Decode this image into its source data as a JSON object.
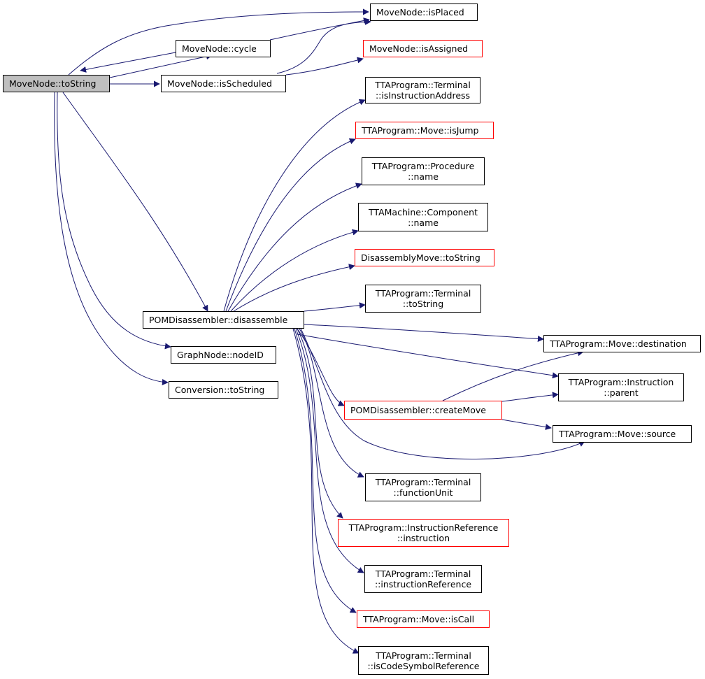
{
  "colors": {
    "edge": "#191970",
    "node_border": "#000000",
    "incomplete_border": "#ff0000",
    "root_fill": "#bfbfbf",
    "node_fill": "#ffffff"
  },
  "nodes": {
    "root": {
      "lines": [
        "MoveNode::toString"
      ]
    },
    "isPlaced": {
      "lines": [
        "MoveNode::isPlaced"
      ]
    },
    "cycle": {
      "lines": [
        "MoveNode::cycle"
      ]
    },
    "isAssigned": {
      "lines": [
        "MoveNode::isAssigned"
      ]
    },
    "isScheduled": {
      "lines": [
        "MoveNode::isScheduled"
      ]
    },
    "termIsInstrAddr": {
      "lines": [
        "TTAProgram::Terminal",
        "::isInstructionAddress"
      ]
    },
    "moveIsJump": {
      "lines": [
        "TTAProgram::Move::isJump"
      ]
    },
    "procName": {
      "lines": [
        "TTAProgram::Procedure",
        "::name"
      ]
    },
    "compName": {
      "lines": [
        "TTAMachine::Component",
        "::name"
      ]
    },
    "disMoveToString": {
      "lines": [
        "DisassemblyMove::toString"
      ]
    },
    "termToString": {
      "lines": [
        "TTAProgram::Terminal",
        "::toString"
      ]
    },
    "pomDisassemble": {
      "lines": [
        "POMDisassembler::disassemble"
      ]
    },
    "moveDest": {
      "lines": [
        "TTAProgram::Move::destination"
      ]
    },
    "nodeID": {
      "lines": [
        "GraphNode::nodeID"
      ]
    },
    "instrParent": {
      "lines": [
        "TTAProgram::Instruction",
        "::parent"
      ]
    },
    "convToString": {
      "lines": [
        "Conversion::toString"
      ]
    },
    "createMove": {
      "lines": [
        "POMDisassembler::createMove"
      ]
    },
    "moveSource": {
      "lines": [
        "TTAProgram::Move::source"
      ]
    },
    "termFU": {
      "lines": [
        "TTAProgram::Terminal",
        "::functionUnit"
      ]
    },
    "instrRefInstr": {
      "lines": [
        "TTAProgram::InstructionReference",
        "::instruction"
      ]
    },
    "termInstrRef": {
      "lines": [
        "TTAProgram::Terminal",
        "::instructionReference"
      ]
    },
    "moveIsCall": {
      "lines": [
        "TTAProgram::Move::isCall"
      ]
    },
    "termIsCodeSym": {
      "lines": [
        "TTAProgram::Terminal",
        "::isCodeSymbolReference"
      ]
    }
  }
}
